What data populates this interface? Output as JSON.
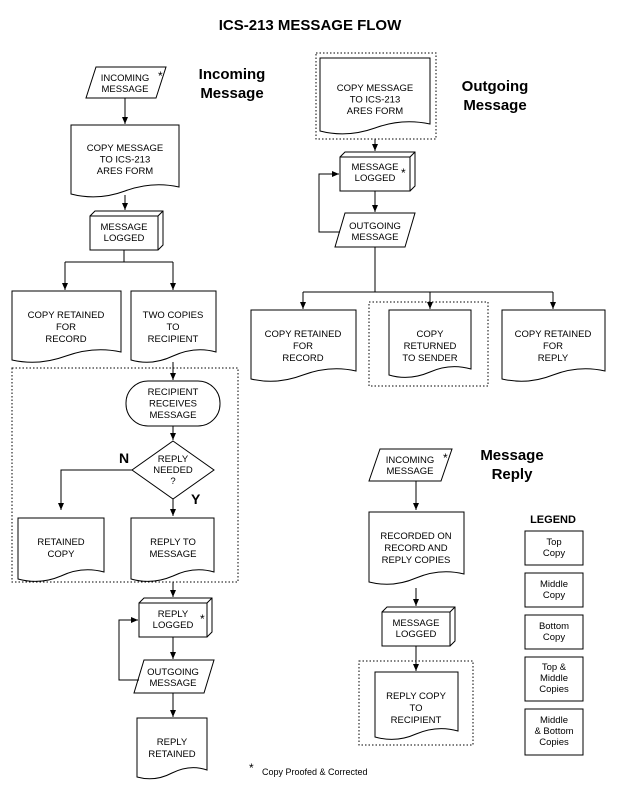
{
  "title": "ICS-213 MESSAGE FLOW",
  "sections": {
    "incoming": [
      "Incoming",
      "Message"
    ],
    "outgoing": [
      "Outgoing",
      "Message"
    ],
    "reply": [
      "Message",
      "Reply"
    ]
  },
  "incoming": {
    "input": [
      "INCOMING",
      "MESSAGE"
    ],
    "copy_form": [
      "COPY MESSAGE",
      "TO ICS-213",
      "ARES FORM"
    ],
    "logged": [
      "MESSAGE",
      "LOGGED"
    ],
    "retained_record": [
      "COPY RETAINED",
      "FOR",
      "RECORD"
    ],
    "two_copies": [
      "TWO COPIES",
      "TO",
      "RECIPIENT"
    ],
    "recipient": [
      "RECIPIENT",
      "RECEIVES",
      "MESSAGE"
    ],
    "decision": [
      "REPLY",
      "NEEDED",
      "?"
    ],
    "no_label": "N",
    "yes_label": "Y",
    "retained_copy": [
      "RETAINED",
      "COPY"
    ],
    "reply_to": [
      "REPLY TO",
      "MESSAGE"
    ],
    "reply_logged": [
      "REPLY",
      "LOGGED"
    ],
    "outgoing": [
      "OUTGOING",
      "MESSAGE"
    ],
    "reply_retained": [
      "REPLY",
      "RETAINED"
    ]
  },
  "outgoing": {
    "copy_form": [
      "COPY MESSAGE",
      "TO ICS-213",
      "ARES FORM"
    ],
    "logged": [
      "MESSAGE",
      "LOGGED"
    ],
    "outgoing": [
      "OUTGOING",
      "MESSAGE"
    ],
    "retained_record": [
      "COPY RETAINED",
      "FOR",
      "RECORD"
    ],
    "returned": [
      "COPY",
      "RETURNED",
      "TO SENDER"
    ],
    "retained_reply": [
      "COPY RETAINED",
      "FOR",
      "REPLY"
    ]
  },
  "reply": {
    "input": [
      "INCOMING",
      "MESSAGE"
    ],
    "recorded": [
      "RECORDED ON",
      "RECORD AND",
      "REPLY COPIES"
    ],
    "logged": [
      "MESSAGE",
      "LOGGED"
    ],
    "reply_copy": [
      "REPLY COPY",
      "TO",
      "RECIPIENT"
    ]
  },
  "legend": {
    "title": "LEGEND",
    "items": [
      [
        "Top",
        "Copy"
      ],
      [
        "Middle",
        "Copy"
      ],
      [
        "Bottom",
        "Copy"
      ],
      [
        "Top &",
        "Middle",
        "Copies"
      ],
      [
        "Middle",
        "& Bottom",
        "Copies"
      ]
    ]
  },
  "star": "*",
  "footnote": "Copy Proofed & Corrected"
}
